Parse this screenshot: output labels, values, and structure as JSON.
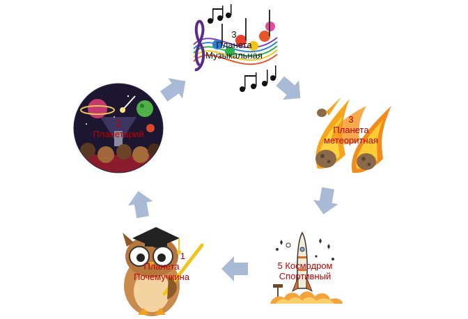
{
  "nodes": [
    {
      "number": "3",
      "title": "Планета",
      "subtitle": "Музыкальная",
      "icon": "music-notes-icon"
    },
    {
      "number": "3",
      "title": "Планета",
      "subtitle": "метеоритная",
      "icon": "meteor-icon"
    },
    {
      "number": "5 Космодром",
      "title": "Спортивный",
      "icon": "rocket-launch-icon"
    },
    {
      "number": "1",
      "title": "Планета",
      "subtitle": "Почемучкина",
      "icon": "owl-graduate-icon"
    },
    {
      "number": "2",
      "title": "Планетарий",
      "icon": "planetarium-icon"
    }
  ],
  "colors": {
    "arrow": "#a9bad6",
    "label_red": "#c00000",
    "label_black": "#111111"
  }
}
